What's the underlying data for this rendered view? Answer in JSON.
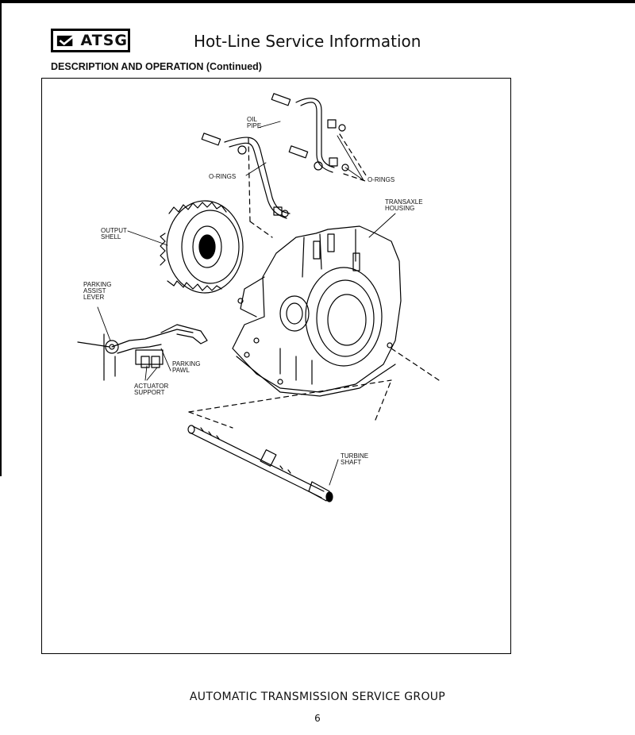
{
  "header": {
    "logo_text": "ATSG",
    "logo_icon": "check-mark-icon",
    "title": "Hot-Line Service Information"
  },
  "section_heading": "DESCRIPTION AND OPERATION (Continued)",
  "figure": {
    "callouts": {
      "oil_pipe": "OIL\nPIPE",
      "o_rings_left": "O-RINGS",
      "o_rings_right": "O-RINGS",
      "transaxle_housing": "TRANSAXLE\nHOUSING",
      "output_shell": "OUTPUT\nSHELL",
      "parking_assist_lever": "PARKING\nASSIST\nLEVER",
      "parking_pawl": "PARKING\nPAWL",
      "actuator_support": "ACTUATOR\nSUPPORT",
      "turbine_shaft": "TURBINE\nSHAFT"
    }
  },
  "footer": {
    "organization": "AUTOMATIC TRANSMISSION SERVICE GROUP",
    "page_number": "6"
  }
}
